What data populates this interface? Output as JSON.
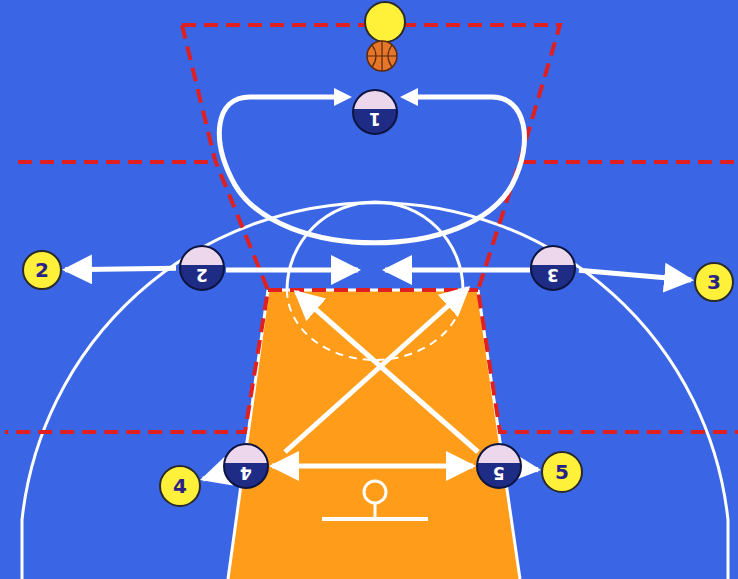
{
  "diagram": {
    "nodes": [
      {
        "text": [
          "1"
        ]
      },
      {
        "text": [
          "2"
        ]
      },
      {
        "text": [
          "2"
        ]
      },
      {
        "text": [
          "3"
        ]
      },
      {
        "text": [
          "3"
        ]
      },
      {
        "text": [
          "4"
        ]
      },
      {
        "text": [
          "4"
        ]
      },
      {
        "text": [
          "5"
        ]
      },
      {
        "text": [
          "5"
        ]
      }
    ],
    "edges": [
      {
        "from": 2,
        "to": 1,
        "arrow": "to"
      },
      {
        "from": 3,
        "to": 4,
        "arrow": "to"
      },
      {
        "from": 6,
        "to": 5,
        "arrow": "to"
      },
      {
        "from": 7,
        "to": 8,
        "arrow": "to"
      },
      {
        "from": 6,
        "to": 7,
        "arrow": "both"
      }
    ]
  }
}
